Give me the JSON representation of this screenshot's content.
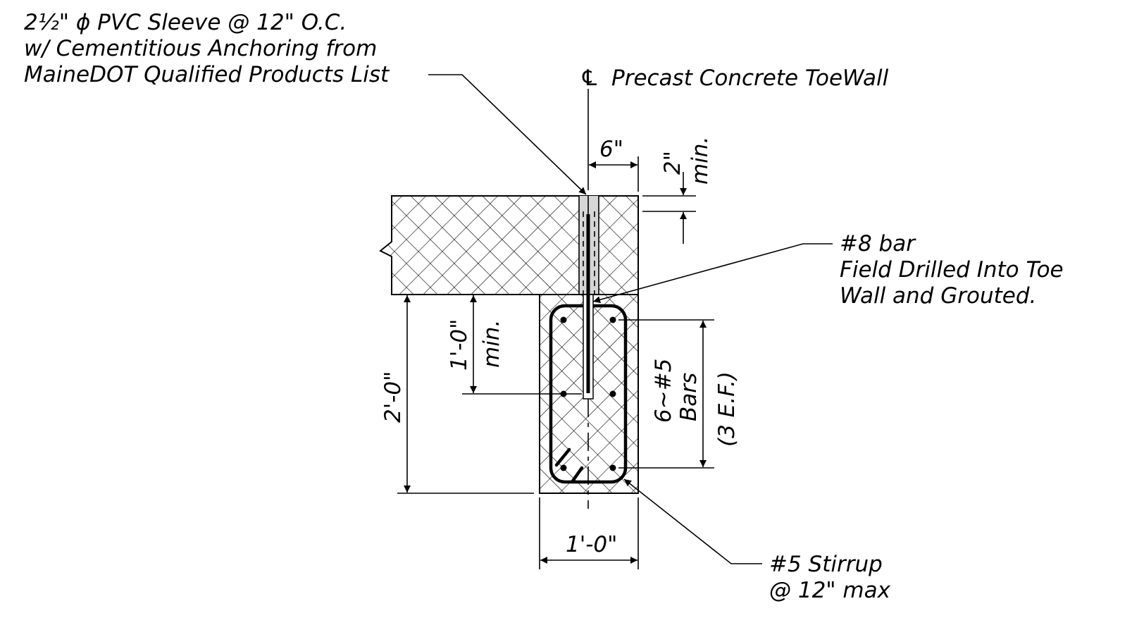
{
  "callouts": {
    "sleeve_line1": "2½\" ϕ PVC  Sleeve  @  12\" O.C.",
    "sleeve_line2": "w/  Cementitious  Anchoring  from",
    "sleeve_line3": "MaineDOT  Qualified  Products  List",
    "centerline_symbol": "℄",
    "centerline_label": "Precast Concrete ToeWall",
    "bar8_line1": "#8  bar",
    "bar8_line2": "Field  Drilled  Into Toe",
    "bar8_line3": "Wall and  Grouted.",
    "stirrup_line1": "#5  Stirrup",
    "stirrup_line2": "@  12\" max"
  },
  "dimensions": {
    "top_offset": "6\"",
    "cover": "2\"",
    "cover_note": "min.",
    "embed": "1'-0\"",
    "embed_note": "min.",
    "height": "2'-0\"",
    "width": "1'-0\"",
    "bars_line1": "6~#5",
    "bars_line2": "Bars",
    "bars_line3": "(3  E.F.)"
  }
}
